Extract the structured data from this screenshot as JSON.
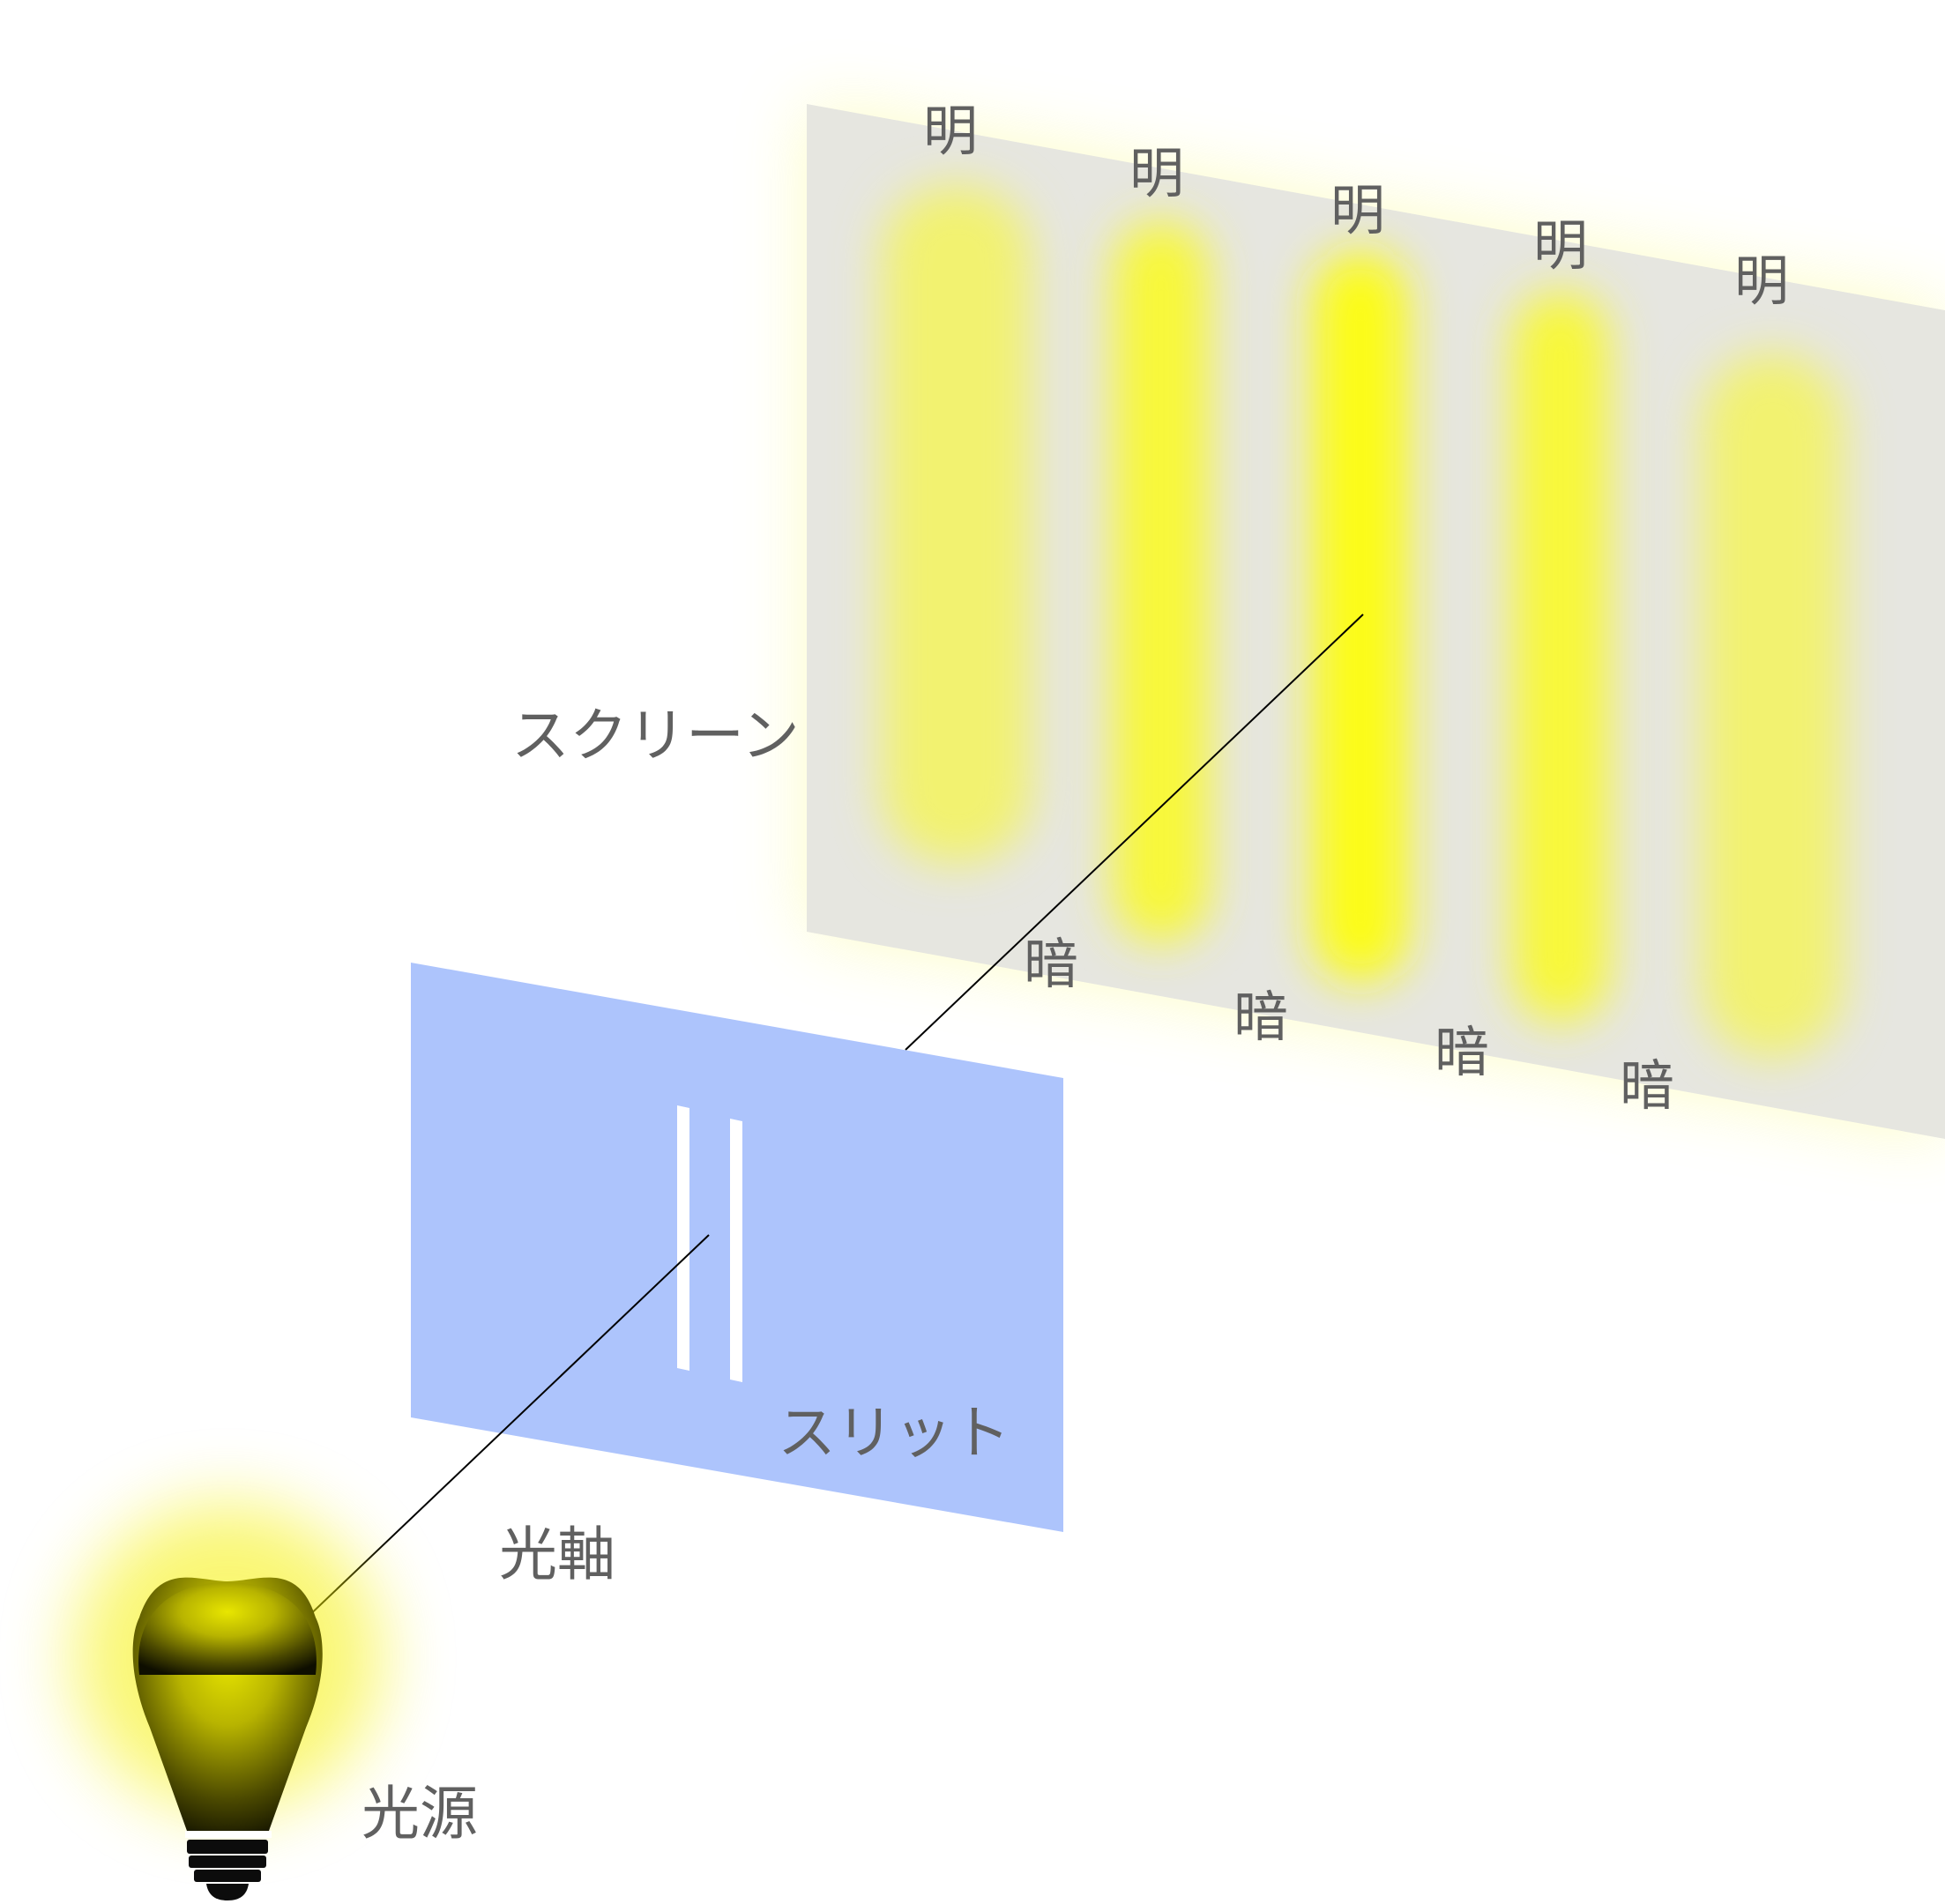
{
  "labels": {
    "screen": "スクリーン",
    "slit": "スリット",
    "optical_axis": "光軸",
    "light_source": "光源",
    "bright": [
      "明",
      "明",
      "明",
      "明",
      "明"
    ],
    "dark": [
      "暗",
      "暗",
      "暗",
      "暗"
    ]
  },
  "colors": {
    "screen": "#e6e6e0",
    "slit_panel": "#adc4fc",
    "fringe": "#fbfb1e",
    "text": "#606060",
    "axis_line": "#000000",
    "bulb_glow": "#f5f000"
  }
}
